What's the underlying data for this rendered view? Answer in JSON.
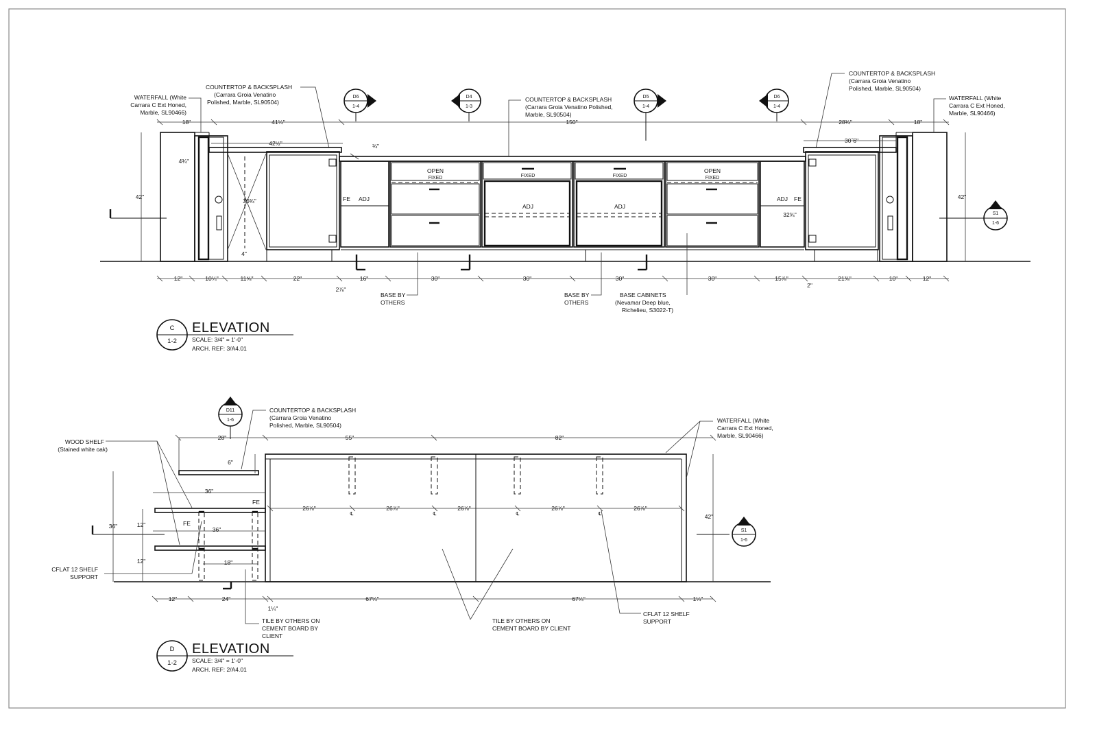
{
  "elevation_c": {
    "tag_top": "C",
    "tag_bottom": "1-2",
    "title": "ELEVATION",
    "scale": "SCALE:  3/4\" = 1'-0\"",
    "arch_ref": "ARCH. REF:   3/A4.01",
    "notes": {
      "waterfall_left": [
        "WATERFALL (White",
        "Carrara C Ext Honed,",
        "Marble, SL90466)"
      ],
      "countertop_left": [
        "COUNTERTOP & BACKSPLASH",
        "(Carrara Groia Venatino",
        "Polished, Marble, SL90504)"
      ],
      "countertop_center": [
        "COUNTERTOP & BACKSPLASH",
        "(Carrara Groia Venatino Polished,",
        "Marble, SL90504)"
      ],
      "countertop_right": [
        "COUNTERTOP & BACKSPLASH",
        "(Carrara Groia Venatino",
        "Polished, Marble, SL90504)"
      ],
      "waterfall_right": [
        "WATERFALL (White",
        "Carrara C Ext Honed,",
        "Marble, SL90466)"
      ],
      "base_by_others_1": [
        "BASE BY",
        "OTHERS"
      ],
      "base_by_others_2": [
        "BASE BY",
        "OTHERS"
      ],
      "base_cabinets": [
        "BASE CABINETS",
        "(Nevamar Deep blue,",
        "Richelieu, S3022-T)"
      ]
    },
    "section_tags": [
      {
        "top": "D6",
        "bottom": "1-4"
      },
      {
        "top": "D4",
        "bottom": "1-3"
      },
      {
        "top": "D5",
        "bottom": "1-4"
      },
      {
        "top": "D6",
        "bottom": "1-4"
      },
      {
        "top": "S1",
        "bottom": "1-6"
      }
    ],
    "top_dims": {
      "d18l": "18\"",
      "d41": "41¼\"",
      "d42": "42½\"",
      "d150": "150\"",
      "d28": "28¾\"",
      "d18r": "18\"",
      "d30": "30˝6\"",
      "d34": "¾\""
    },
    "side_dims": {
      "h42l": "42\"",
      "h4": "4¾\"",
      "h30": "30¾\"",
      "h4b": "4\"",
      "h32": "32¾\"",
      "h42r": "42\""
    },
    "bottom_dims": [
      "12\"",
      "10¼\"",
      "11⅝\"",
      "22\"",
      "16\"",
      "30\"",
      "30\"",
      "30\"",
      "30\"",
      "15⅞\"",
      "21⅜\"",
      "10\"",
      "12\""
    ],
    "small_dims": {
      "d278": "2⅞\"",
      "d2": "2\""
    },
    "cab_labels": {
      "open": "OPEN",
      "fixed": "FIXED",
      "adj": "ADJ",
      "fe": "FE"
    }
  },
  "elevation_d": {
    "tag_top": "D",
    "tag_bottom": "1-2",
    "title": "ELEVATION",
    "scale": "SCALE:  3/4\" = 1'-0\"",
    "arch_ref": "ARCH. REF:   2/A4.01",
    "notes": {
      "countertop": [
        "COUNTERTOP & BACKSPLASH",
        "(Carrara Groia Venatino",
        "Polished, Marble, SL90504)"
      ],
      "wood_shelf": [
        "WOOD SHELF",
        "(Stained white oak)"
      ],
      "waterfall": [
        "WATERFALL (White",
        "Carrara C Ext Honed,",
        "Marble, SL90466)"
      ],
      "cflat_left": [
        "CFLAT 12 SHELF",
        "SUPPORT"
      ],
      "cflat_right": [
        "CFLAT 12 SHELF",
        "SUPPORT"
      ],
      "tile_left": [
        "TILE BY OTHERS ON",
        "CEMENT BOARD BY",
        "CLIENT"
      ],
      "tile_center": [
        "TILE BY OTHERS ON",
        "CEMENT BOARD BY CLIENT"
      ]
    },
    "section_tags": [
      {
        "top": "D11",
        "bottom": "1-6"
      },
      {
        "top": "S1",
        "bottom": "1-6"
      }
    ],
    "dims": {
      "d28": "28\"",
      "d55": "55\"",
      "d82": "82\"",
      "d6": "6\"",
      "d36a": "36\"",
      "d36b": "36\"",
      "h36": "36\"",
      "h12a": "12\"",
      "h12b": "12\"",
      "d18": "18\"",
      "h42": "42\"",
      "seg": "26⅞\"",
      "b12": "12\"",
      "b24": "24\"",
      "b114": "1¼\"",
      "b67a": "67¼\"",
      "b67b": "67¼\"",
      "b14r": "1¼\""
    },
    "labels": {
      "fe1": "FE",
      "fe2": "FE",
      "cl": "℄"
    }
  }
}
